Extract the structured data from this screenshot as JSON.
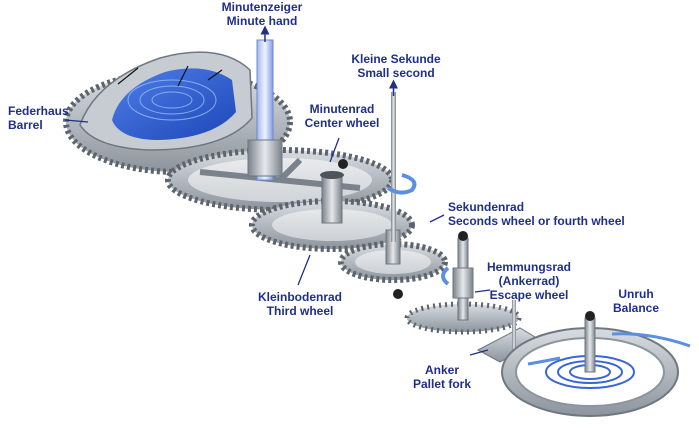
{
  "labels": {
    "minute_hand": {
      "de": "Minutenzeiger",
      "en": "Minute hand"
    },
    "small_second": {
      "de": "Kleine Sekunde",
      "en": "Small second"
    },
    "barrel": {
      "de": "Federhaus",
      "en": "Barrel"
    },
    "center_wheel": {
      "de": "Minutenrad",
      "en": "Center wheel"
    },
    "seconds_wheel": {
      "de": "Sekundenrad",
      "en": "Seconds wheel or fourth wheel"
    },
    "escape_wheel": {
      "de": "Hemmungsrad",
      "de2": "(Ankerrad)",
      "en": "Escape wheel"
    },
    "balance": {
      "de": "Unruh",
      "en": "Balance"
    },
    "third_wheel": {
      "de": "Kleinbodenrad",
      "en": "Third wheel"
    },
    "pallet_fork": {
      "de": "Anker",
      "en": "Pallet fork"
    }
  },
  "colors": {
    "label_text": "#1f2f8a",
    "metal": "#a9b0b8",
    "metal_dark": "#6f7780",
    "spring_blue": "#2f62d8",
    "arrow_blue": "#5b8fe0"
  }
}
